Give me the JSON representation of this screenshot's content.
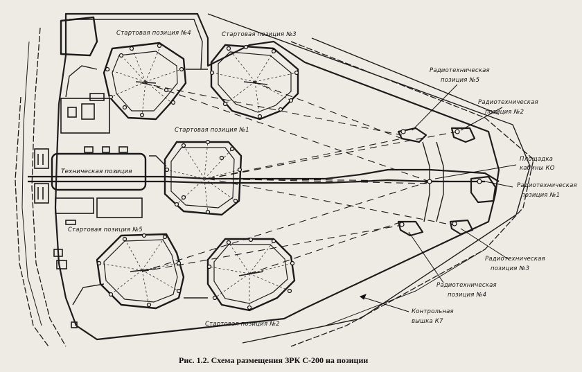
{
  "labels": {
    "launch_4": "Стартовая позиция №4",
    "launch_3": "Стартовая позиция №3",
    "launch_1": "Стартовая позиция №1",
    "launch_5": "Стартовая позиция №5",
    "launch_2": "Стартовая позиция №2",
    "technical": "Техническая позиция",
    "radio_5_line1": "Радиотехническая",
    "radio_5_line2": "позиция №5",
    "radio_2_line1": "Радиотехническая",
    "radio_2_line2": "позиция №2",
    "ko_line1": "Площадка",
    "ko_line2": "кабины КО",
    "radio_1_line1": "Радиотехническая",
    "radio_1_line2": "позиция №1",
    "radio_3_line1": "Радиотехническая",
    "radio_3_line2": "позиция №3",
    "radio_4_line1": "Радиотехническая",
    "radio_4_line2": "позиция №4",
    "tower_line1": "Контрольная",
    "tower_line2": "вышка К7"
  },
  "caption": "Рис. 1.2. Схема размещения ЗРК С-200 на позиции"
}
